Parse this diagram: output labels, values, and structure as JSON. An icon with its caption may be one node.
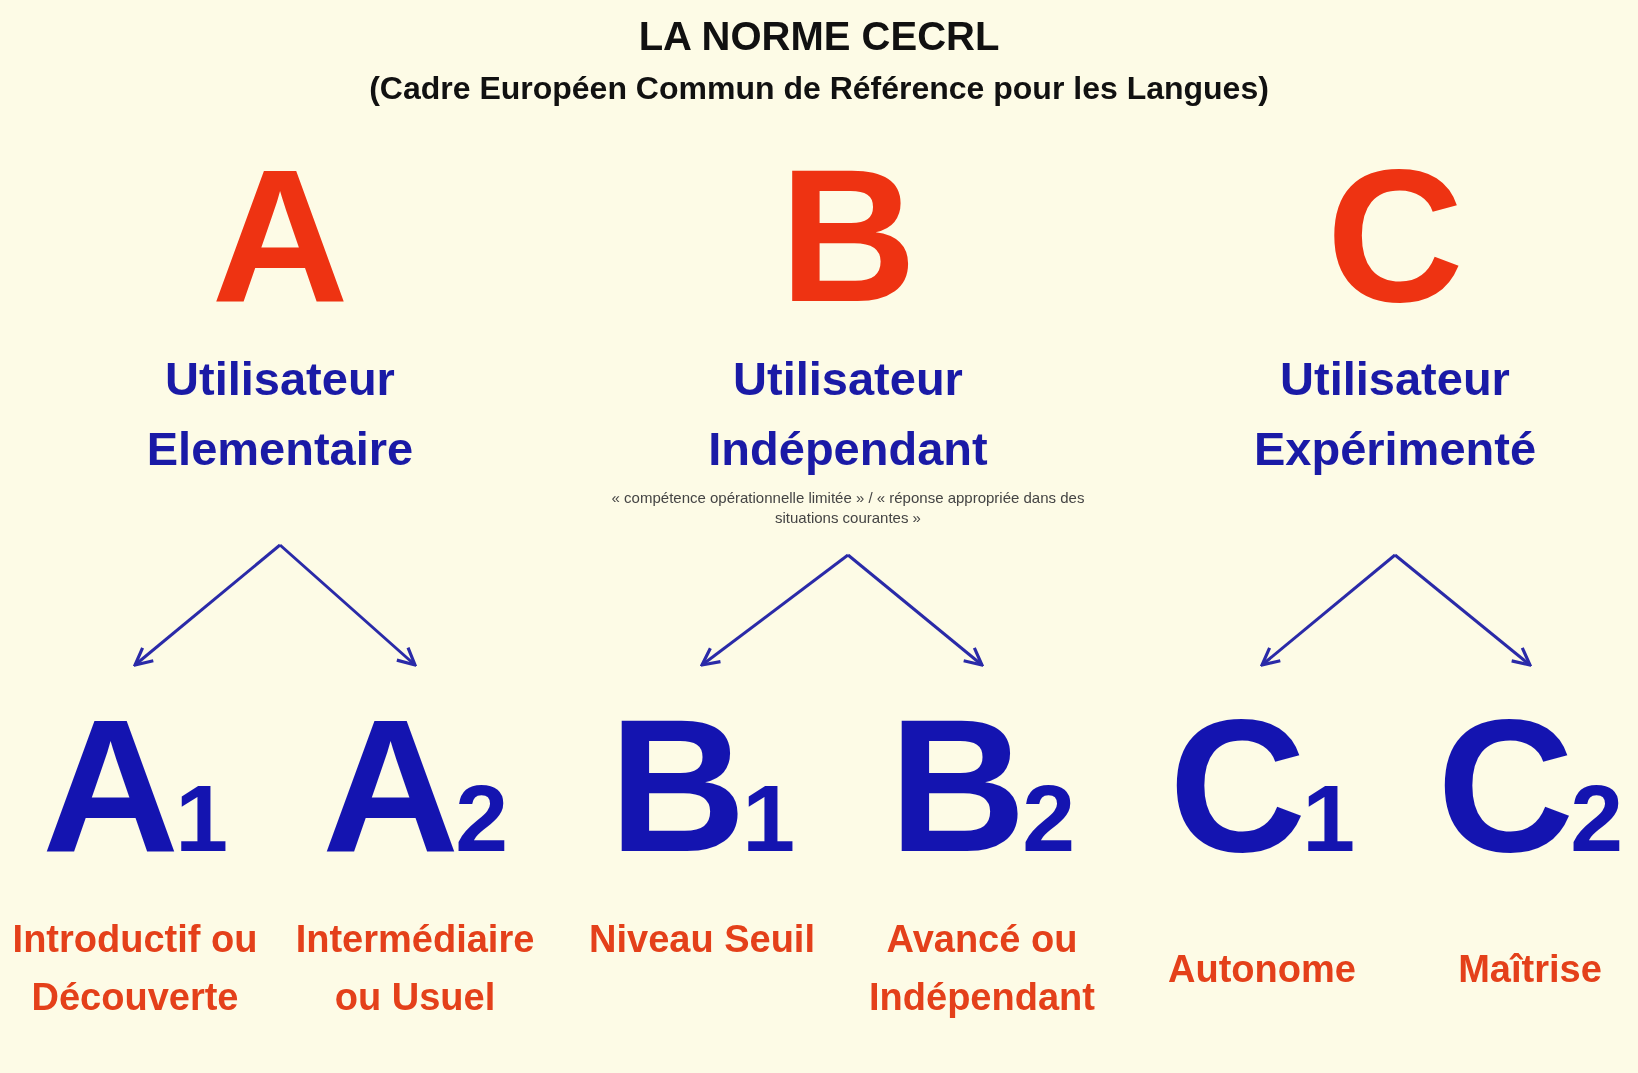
{
  "diagram": {
    "title": "LA NORME CECRL",
    "caption": "(Cadre Européen Commun de Référence pour les Langues)",
    "nodes": [
      {
        "text": [
          "A",
          "Utilisateur Elementaire"
        ]
      },
      {
        "text": [
          "B",
          "Utilisateur Indépendant"
        ],
        "beside": [
          "« compétence opérationnelle limitée » / « réponse appropriée dans des situations courantes »"
        ]
      },
      {
        "text": [
          "C",
          "Utilisateur Expérimenté"
        ]
      },
      {
        "text": [
          "A$_{1}$",
          "Introductif ou Découverte"
        ]
      },
      {
        "text": [
          "A$_{2}$",
          "Intermédiaire ou Usuel"
        ]
      },
      {
        "text": [
          "B$_{1}$",
          "Niveau Seuil"
        ]
      },
      {
        "text": [
          "B$_{2}$",
          "Avancé ou Indépendant"
        ]
      },
      {
        "text": [
          "C$_{1}$",
          "Autonome"
        ]
      },
      {
        "text": [
          "C$_{2}$",
          "Maîtrise"
        ]
      }
    ],
    "edges": [
      {
        "from": 0,
        "to": 3,
        "arrow": "to"
      },
      {
        "from": 0,
        "to": 4,
        "arrow": "to"
      },
      {
        "from": 1,
        "to": 5,
        "arrow": "to"
      },
      {
        "from": 1,
        "to": 6,
        "arrow": "to"
      },
      {
        "from": 2,
        "to": 7,
        "arrow": "to"
      },
      {
        "from": 2,
        "to": 8,
        "arrow": "to"
      }
    ]
  }
}
